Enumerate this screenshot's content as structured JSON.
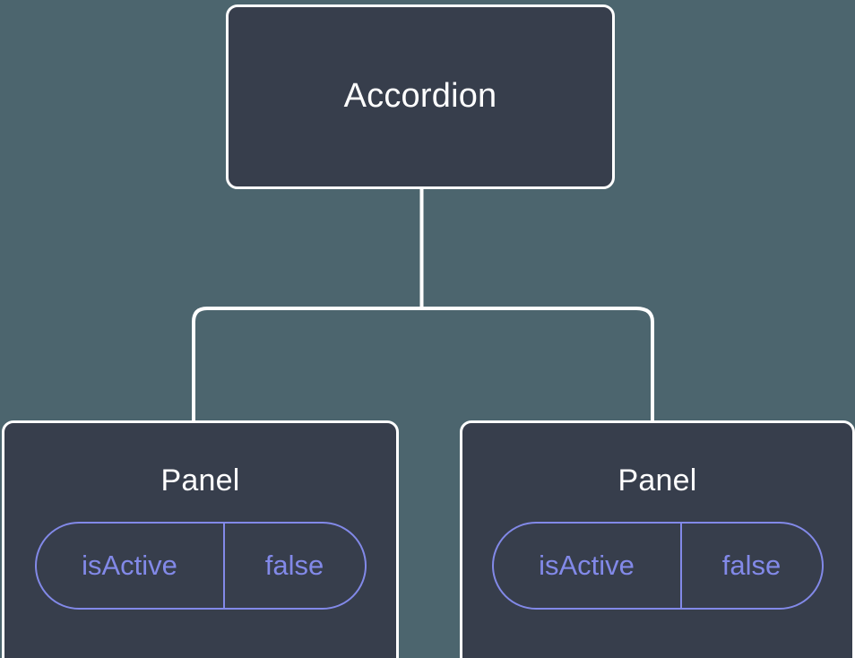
{
  "canvas": {
    "background_color": "#4C656E",
    "node_fill_color": "#373E4C",
    "node_border_color": "#FFFFFF",
    "edge_color": "#FFFFFF",
    "prop_accent_color": "#8289E8",
    "title_color": "#FFFFFF"
  },
  "tree": {
    "root": {
      "title": "Accordion"
    },
    "children": [
      {
        "title": "Panel",
        "props": [
          {
            "key": "isActive",
            "value": "false"
          }
        ]
      },
      {
        "title": "Panel",
        "props": [
          {
            "key": "isActive",
            "value": "false"
          }
        ]
      }
    ]
  }
}
